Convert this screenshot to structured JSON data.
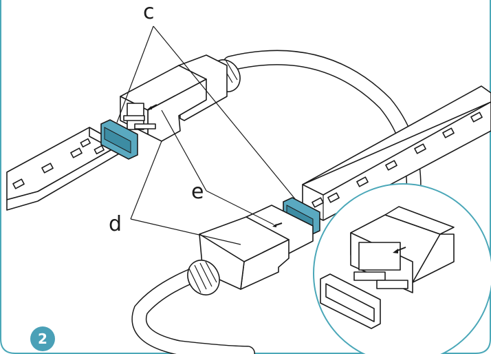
{
  "labels": {
    "c": "c",
    "d": "d",
    "e": "e"
  },
  "step_badge": "2",
  "colors": {
    "frame": "#4aa7b8",
    "badge": "#4aa0b7",
    "end_cap_fill": "#5aa9c0",
    "zoom_circle": "#4aa7b8",
    "line": "#1a1a1a"
  },
  "icons": [
    "led-strip",
    "connector-plug",
    "end-cap",
    "cable",
    "zoom-circle"
  ]
}
